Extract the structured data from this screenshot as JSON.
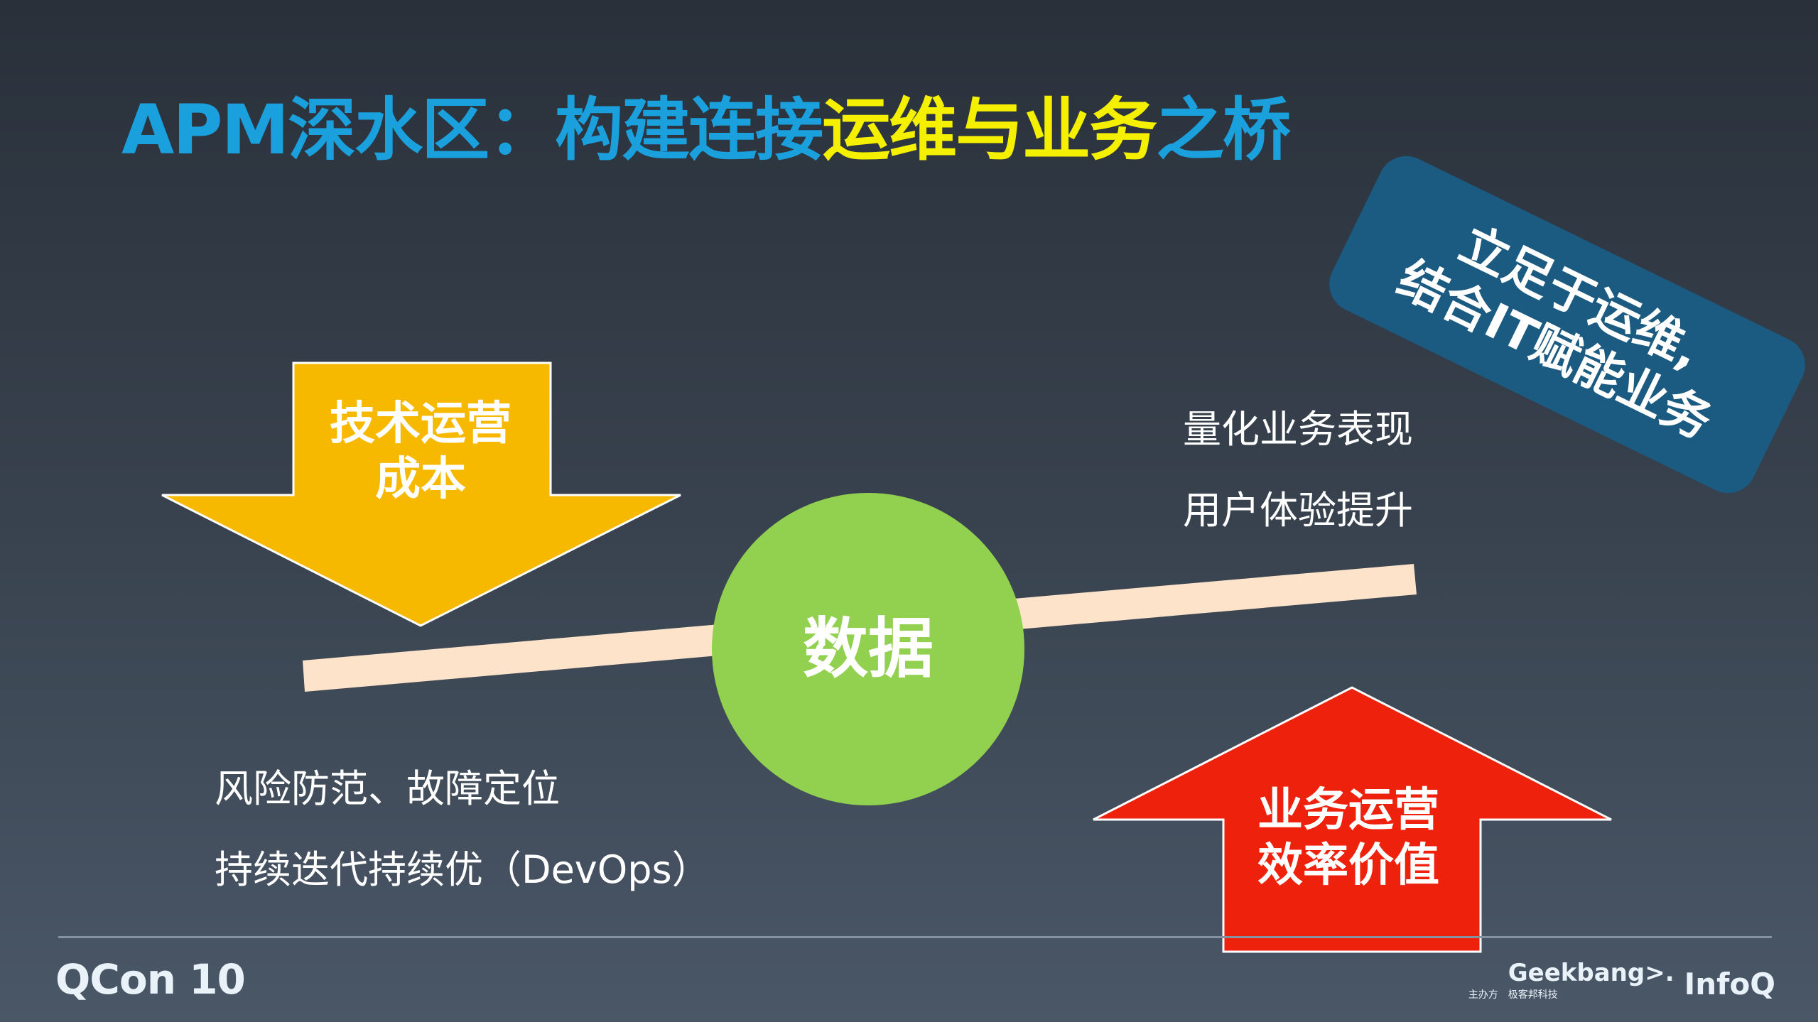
{
  "title": {
    "part1": "APM深水区：构建连接",
    "part2": "运维与业务",
    "part3": "之桥",
    "colors": {
      "blue": "#1aa0dc",
      "yellow": "#f5f000"
    }
  },
  "cost_arrow": {
    "line1": "技术运营",
    "line2": "成本",
    "color": "#f7b800"
  },
  "center": {
    "label": "数据",
    "color": "#92d050"
  },
  "value_arrow": {
    "line1": "业务运营",
    "line2": "效率价值",
    "color": "#ee220c"
  },
  "beam_color": "#fde3c9",
  "right_points": [
    "量化业务表现",
    "用户体验提升"
  ],
  "left_points": [
    "风险防范、故障定位",
    "持续迭代持续优（DevOps）"
  ],
  "callout": {
    "line1": "立足于运维,",
    "line2": "结合IT赋能业务",
    "color": "#1b5a81"
  },
  "footer": {
    "qcon_logo": "QCon 10",
    "host_label": "主办方",
    "geekbang": "Geekbang>.",
    "geekbang_sub": "极客邦科技",
    "infoq": "InfoQ"
  }
}
